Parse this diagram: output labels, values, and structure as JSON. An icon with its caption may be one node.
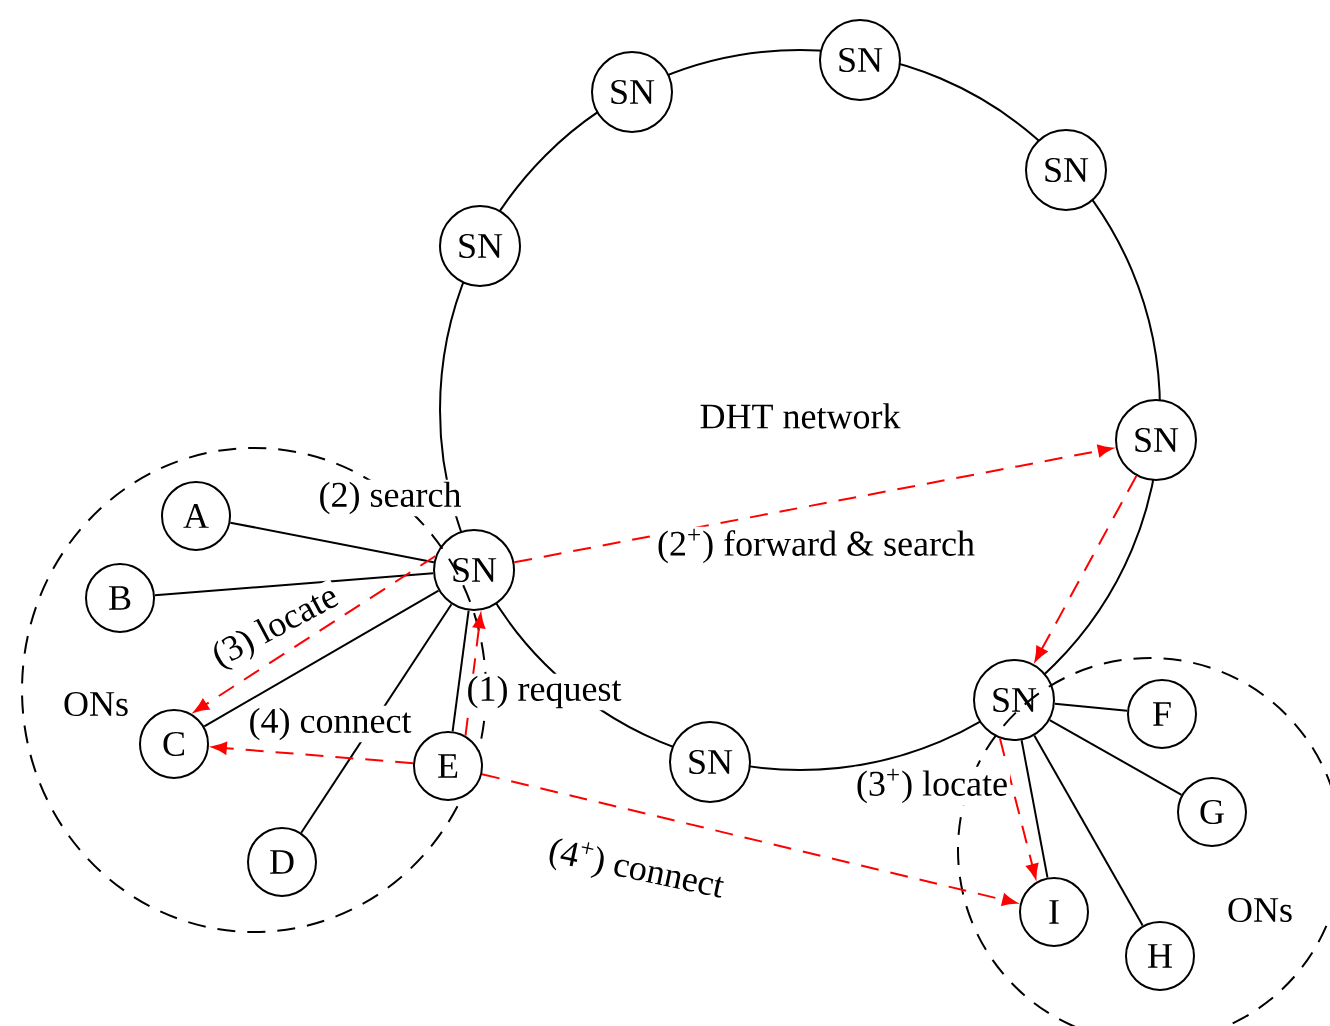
{
  "diagram": {
    "nodes": [
      {
        "text": [
          "SN"
        ]
      },
      {
        "text": [
          "SN"
        ]
      },
      {
        "text": [
          "SN"
        ]
      },
      {
        "text": [
          "SN"
        ]
      },
      {
        "text": [
          "SN"
        ]
      },
      {
        "text": [
          "SN"
        ]
      },
      {
        "text": [
          "SN"
        ]
      },
      {
        "text": [
          "SN"
        ]
      },
      {
        "text": [
          "ONs"
        ]
      },
      {
        "text": [
          "A"
        ],
        "in": 8
      },
      {
        "text": [
          "B"
        ],
        "in": 8
      },
      {
        "text": [
          "C"
        ],
        "in": 8
      },
      {
        "text": [
          "D"
        ],
        "in": 8
      },
      {
        "text": [
          "E"
        ],
        "in": 8
      },
      {
        "text": [
          "ONs"
        ]
      },
      {
        "text": [
          "F"
        ],
        "in": 14
      },
      {
        "text": [
          "G"
        ],
        "in": 14
      },
      {
        "text": [
          "H"
        ],
        "in": 14
      },
      {
        "text": [
          "I"
        ],
        "in": 14
      }
    ],
    "edges": [
      {
        "from": 5,
        "to": 9,
        "arrow": "none"
      },
      {
        "from": 5,
        "to": 10,
        "arrow": "none"
      },
      {
        "from": 5,
        "to": 11,
        "arrow": "none"
      },
      {
        "from": 5,
        "to": 12,
        "arrow": "none"
      },
      {
        "from": 5,
        "to": 13,
        "arrow": "none"
      },
      {
        "from": 6,
        "to": 15,
        "arrow": "none"
      },
      {
        "from": 6,
        "to": 16,
        "arrow": "none"
      },
      {
        "from": 6,
        "to": 17,
        "arrow": "none"
      },
      {
        "from": 6,
        "to": 18,
        "arrow": "none"
      },
      {
        "from": 13,
        "to": 5,
        "arrow": "to",
        "label": "(1) request",
        "style": "dashed",
        "color": "#ff0000"
      },
      {
        "from": 5,
        "to": 4,
        "arrow": "to",
        "label": "(2$^{+}$) forward & search",
        "style": "dashed",
        "color": "#ff0000"
      },
      {
        "from": 4,
        "to": 6,
        "arrow": "to",
        "style": "dashed",
        "color": "#ff0000"
      },
      {
        "from": 5,
        "to": 11,
        "arrow": "to",
        "label": "(3) locate",
        "style": "dashed",
        "color": "#ff0000"
      },
      {
        "from": 13,
        "to": 11,
        "arrow": "to",
        "label": "(4) connect",
        "style": "dashed",
        "color": "#ff0000"
      },
      {
        "from": 6,
        "to": 18,
        "arrow": "to",
        "label": "(3$^{+}$) locate",
        "style": "dashed",
        "color": "#ff0000"
      },
      {
        "from": 13,
        "to": 18,
        "arrow": "to",
        "label": "(4$^{+}$) connect",
        "style": "dashed",
        "color": "#ff0000"
      }
    ],
    "labels": [
      "DHT network",
      "(2) search"
    ]
  }
}
